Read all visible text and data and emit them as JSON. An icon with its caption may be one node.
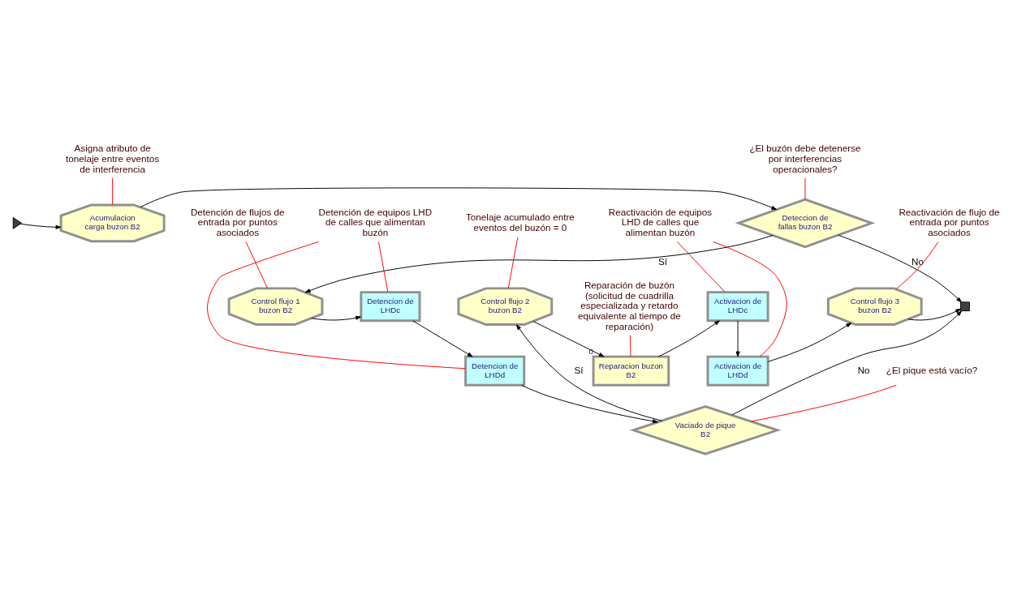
{
  "diagram": {
    "nodes": [
      {
        "text": [],
        "shape": "triangle"
      },
      {
        "text": [
          "Acumulacion carga buzon B2"
        ]
      },
      {
        "text": [
          "Deteccion de fallas buzon B2"
        ]
      },
      {
        "text": [
          "Vaciado de pique B2"
        ]
      },
      {
        "text": [
          "Control flujo 1 buzon B2"
        ]
      },
      {
        "text": [
          "Detencion de LHDc"
        ]
      },
      {
        "text": [
          "Detencion de LHDd"
        ]
      },
      {
        "text": [
          "Control flujo 2 buzon B2"
        ]
      },
      {
        "text": [
          "Reparacion buzon B2"
        ],
        "beside": [
          "0"
        ]
      },
      {
        "text": [
          "Activacion de LHDc"
        ]
      },
      {
        "text": [
          "Activacion de LHDd"
        ]
      },
      {
        "text": [
          "Control flujo 3 buzon B2"
        ]
      },
      {
        "text": [],
        "shape": "box"
      },
      {
        "text": [
          "Asigna atributo de tonelaje entre eventos de interferencia"
        ]
      },
      {
        "text": [
          "¿El buzón debe detenerse por interferencias operacionales?"
        ]
      },
      {
        "text": [
          "¿El pique está vacío?"
        ]
      },
      {
        "text": [
          "Detención de equipos LHD de calles que alimentan buzón"
        ]
      },
      {
        "text": [
          "Reactivación de equipos LHD de calles que alimentan buzón"
        ]
      },
      {
        "text": [
          "Detención de flujos de entrada por puntos asociados"
        ]
      },
      {
        "text": [
          "Reparación de buzón (solicitud de cuadrilla especializada y retardo equivalente al tiempo de reparación)"
        ]
      },
      {
        "text": [
          "Tonelaje acumulado entre eventos del buzón = 0"
        ]
      },
      {
        "text": [
          "Reactivación de flujo de entrada por puntos asociados"
        ]
      }
    ],
    "edges": [
      {
        "from": 0,
        "to": 1,
        "arrow": "to"
      },
      {
        "from": 1,
        "to": 2,
        "arrow": "to"
      },
      {
        "from": 2,
        "to": 12,
        "arrow": "to",
        "label": "No"
      },
      {
        "from": 2,
        "to": 4,
        "arrow": "to",
        "label": "Sí"
      },
      {
        "from": 3,
        "to": 12,
        "arrow": "to",
        "label": "No"
      },
      {
        "from": 3,
        "to": 7,
        "arrow": "to",
        "label": "Sí"
      },
      {
        "from": 4,
        "to": 5,
        "arrow": "to"
      },
      {
        "from": 5,
        "to": 6,
        "arrow": "to"
      },
      {
        "from": 6,
        "to": 3,
        "arrow": "to"
      },
      {
        "from": 7,
        "to": 8,
        "arrow": "to"
      },
      {
        "from": 8,
        "to": 9,
        "arrow": "to"
      },
      {
        "from": 9,
        "to": 10,
        "arrow": "to"
      },
      {
        "from": 10,
        "to": 11,
        "arrow": "to"
      },
      {
        "from": 11,
        "to": 12,
        "arrow": "to"
      },
      {
        "from": 13,
        "to": 1,
        "arrow": "none",
        "color": "#ff0000"
      },
      {
        "from": 14,
        "to": 2,
        "arrow": "none",
        "color": "#ff0000"
      },
      {
        "from": 15,
        "to": 3,
        "arrow": "none",
        "color": "#ff0000"
      },
      {
        "from": 16,
        "to": 5,
        "arrow": "none",
        "color": "#ff0000"
      },
      {
        "from": 16,
        "to": 6,
        "arrow": "none",
        "color": "#ff0000"
      },
      {
        "from": 17,
        "to": 9,
        "arrow": "none",
        "color": "#ff0000"
      },
      {
        "from": 17,
        "to": 10,
        "arrow": "none",
        "color": "#ff0000"
      },
      {
        "from": 18,
        "to": 4,
        "arrow": "none",
        "color": "#ff0000"
      },
      {
        "from": 19,
        "to": 8,
        "arrow": "none",
        "color": "#ff0000"
      },
      {
        "from": 20,
        "to": 7,
        "arrow": "none",
        "color": "#ff0000"
      },
      {
        "from": 21,
        "to": 11,
        "arrow": "none",
        "color": "#ff0000"
      }
    ]
  }
}
